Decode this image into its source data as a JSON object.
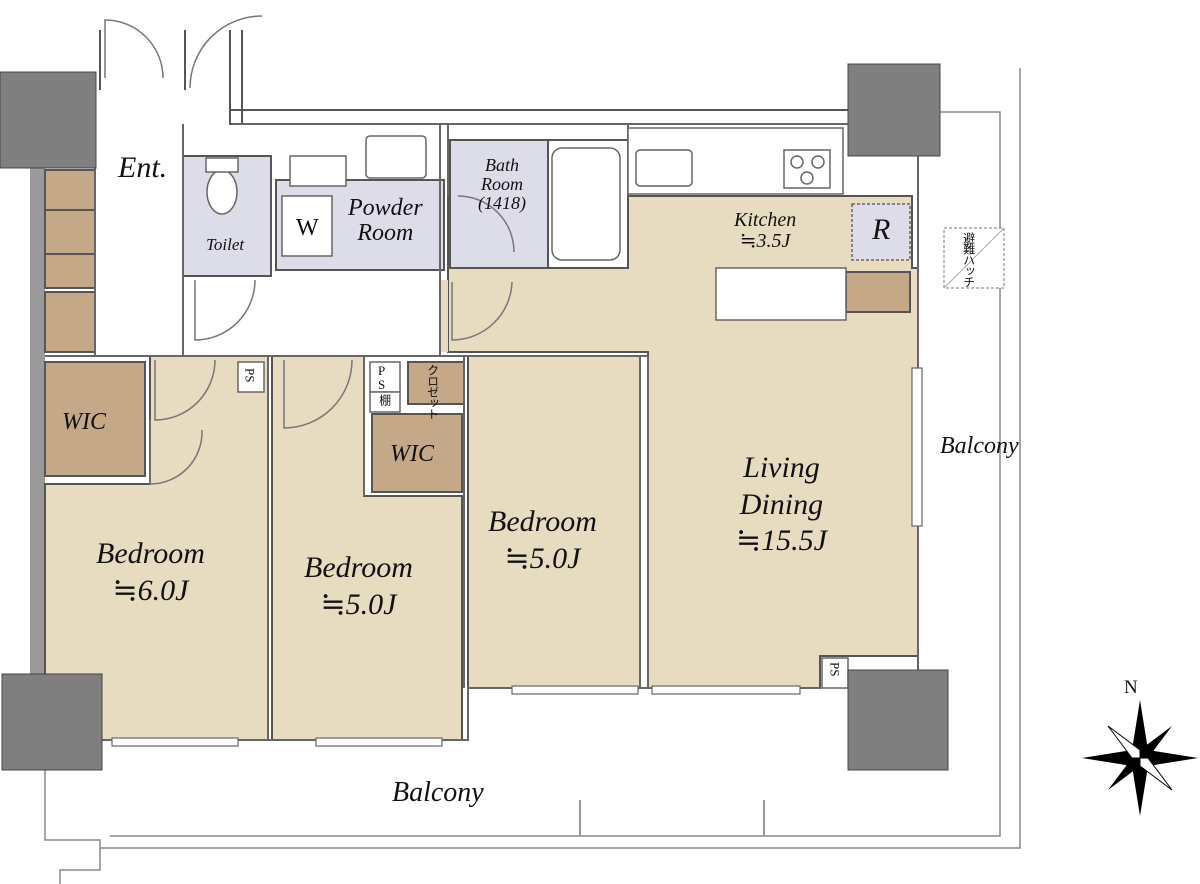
{
  "labels": {
    "entrance": "Ent.",
    "toilet": "Toilet",
    "washer": "W",
    "powder_room": "Powder\nRoom",
    "bath_room": "Bath\nRoom\n(1418)",
    "kitchen": "Kitchen\n≒3.5J",
    "refrigerator": "R",
    "living_dining": "Living\nDining\n≒15.5J",
    "wic_left": "WIC",
    "wic_mid": "WIC",
    "bedroom_left": "Bedroom\n≒6.0J",
    "bedroom_mid": "Bedroom\n≒5.0J",
    "bedroom_right": "Bedroom\n≒5.0J",
    "ps_top_left": "PS",
    "ps_top_mid": "P\nS",
    "ps_living": "PS",
    "shelf": "棚",
    "closet": "クロゼット",
    "escape_hatch": "避難ハッチ",
    "balcony_south": "Balcony",
    "balcony_east": "Balcony",
    "north": "N"
  },
  "colors": {
    "room_fill": "#e8dcc0",
    "wet_area_fill": "#dcdde9",
    "storage_fill": "#c4a888",
    "column_fill": "#7f7f7f",
    "wall_stroke": "#555555"
  }
}
